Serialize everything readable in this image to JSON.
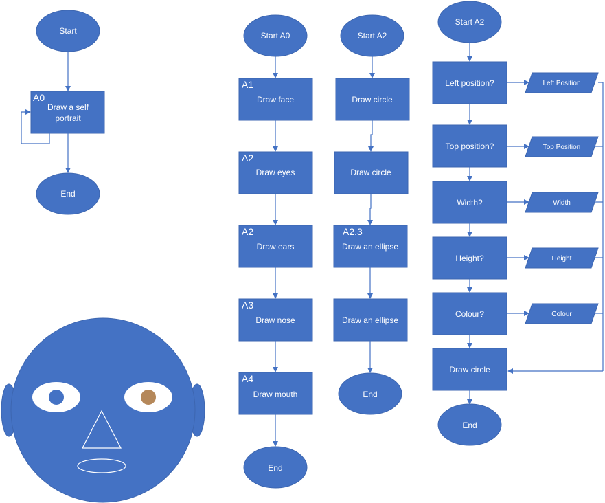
{
  "colors": {
    "shape_fill": "#4472c4",
    "connector": "#4472c4",
    "text": "#ffffff",
    "background": "#ffffff",
    "eye_white": "#ffffff",
    "pupil_blue": "#4472c4",
    "pupil_brown": "#b5885a"
  },
  "flow_a0": {
    "start": "Start",
    "process_id": "A0",
    "process_line1": "Draw a self",
    "process_line2": "portrait",
    "end": "End"
  },
  "flow_main": {
    "start": "Start A0",
    "steps": [
      {
        "id": "A1",
        "label": "Draw face"
      },
      {
        "id": "A2",
        "label": "Draw eyes"
      },
      {
        "id": "A2",
        "label": "Draw ears"
      },
      {
        "id": "A3",
        "label": "Draw nose"
      },
      {
        "id": "A4",
        "label": "Draw mouth"
      }
    ],
    "end": "End"
  },
  "flow_a2": {
    "start": "Start A2",
    "steps": [
      {
        "id": "",
        "label": "Draw circle"
      },
      {
        "id": "",
        "label": "Draw circle"
      },
      {
        "id": "A2.3",
        "label": "Draw an ellipse"
      },
      {
        "id": "",
        "label": "Draw an ellipse"
      }
    ],
    "end": "End"
  },
  "flow_circle": {
    "start": "Start A2",
    "questions": [
      {
        "label": "Left position?",
        "input": "Left Position"
      },
      {
        "label": "Top position?",
        "input": "Top Position"
      },
      {
        "label": "Width?",
        "input": "Width"
      },
      {
        "label": "Height?",
        "input": "Height"
      },
      {
        "label": "Colour?",
        "input": "Colour"
      }
    ],
    "process": "Draw circle",
    "end": "End"
  }
}
